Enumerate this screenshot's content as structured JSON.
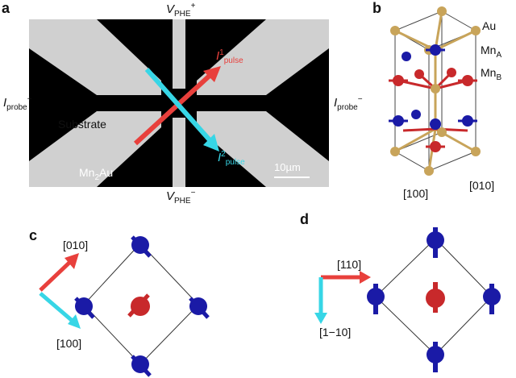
{
  "panel_a": {
    "letter": "a",
    "v_top_main": "V",
    "v_top_sub": "PHE",
    "v_top_sup": "+",
    "v_bot_main": "V",
    "v_bot_sub": "PHE",
    "v_bot_sup": "−",
    "i_left_main": "I",
    "i_left_sub": "probe",
    "i_left_sup": "+",
    "i_right_main": "I",
    "i_right_sub": "probe",
    "i_right_sup": "−",
    "i1_main": "I",
    "i1_sup": "1",
    "i1_sub": "pulse",
    "i2_main": "I",
    "i2_sup": "2",
    "i2_sub": "pulse",
    "substrate": "Substrate",
    "material_main": "Mn",
    "material_sub": "2",
    "material_tail": "Au",
    "scale": "10µm"
  },
  "panel_b": {
    "letter": "b",
    "au": "Au",
    "mna_main": "Mn",
    "mna_sub": "A",
    "mnb_main": "Mn",
    "mnb_sub": "B",
    "dir1": "[100]",
    "dir2": "[010]"
  },
  "panel_c": {
    "letter": "c",
    "dir_up": "[010]",
    "dir_down": "[100]"
  },
  "panel_d": {
    "letter": "d",
    "dir_right": "[110]",
    "dir_down": "[1−10]"
  },
  "colors": {
    "red": "#e8403c",
    "cyan": "#37d6e6",
    "blue": "#1a1aa6",
    "gold": "#c8a45a",
    "dark_red": "#c8292b"
  }
}
